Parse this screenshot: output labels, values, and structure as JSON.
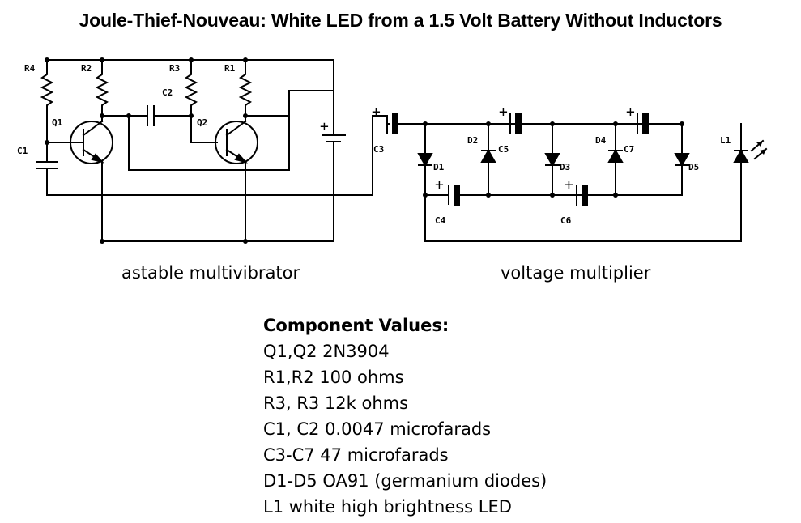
{
  "title": "Joule-Thief-Nouveau: White LED from a 1.5 Volt Battery Without Inductors",
  "captions": {
    "astable": "astable multivibrator",
    "multiplier": "voltage multiplier"
  },
  "labels": {
    "r4": "R4",
    "r2": "R2",
    "r3": "R3",
    "r1": "R1",
    "c2": "C2",
    "q1": "Q1",
    "q2": "Q2",
    "c1": "C1",
    "c3": "C3",
    "c4": "C4",
    "c5": "C5",
    "c6": "C6",
    "c7": "C7",
    "d1": "D1",
    "d2": "D2",
    "d3": "D3",
    "d4": "D4",
    "d5": "D5",
    "l1": "L1",
    "plus": "+"
  },
  "components": {
    "heading": "Component Values:",
    "lines": [
      "Q1,Q2 2N3904",
      "R1,R2 100 ohms",
      "R3, R3 12k ohms",
      "C1, C2 0.0047 microfarads",
      "C3-C7 47 microfarads",
      "D1-D5 OA91 (germanium diodes)",
      "L1 white high brightness LED"
    ]
  }
}
